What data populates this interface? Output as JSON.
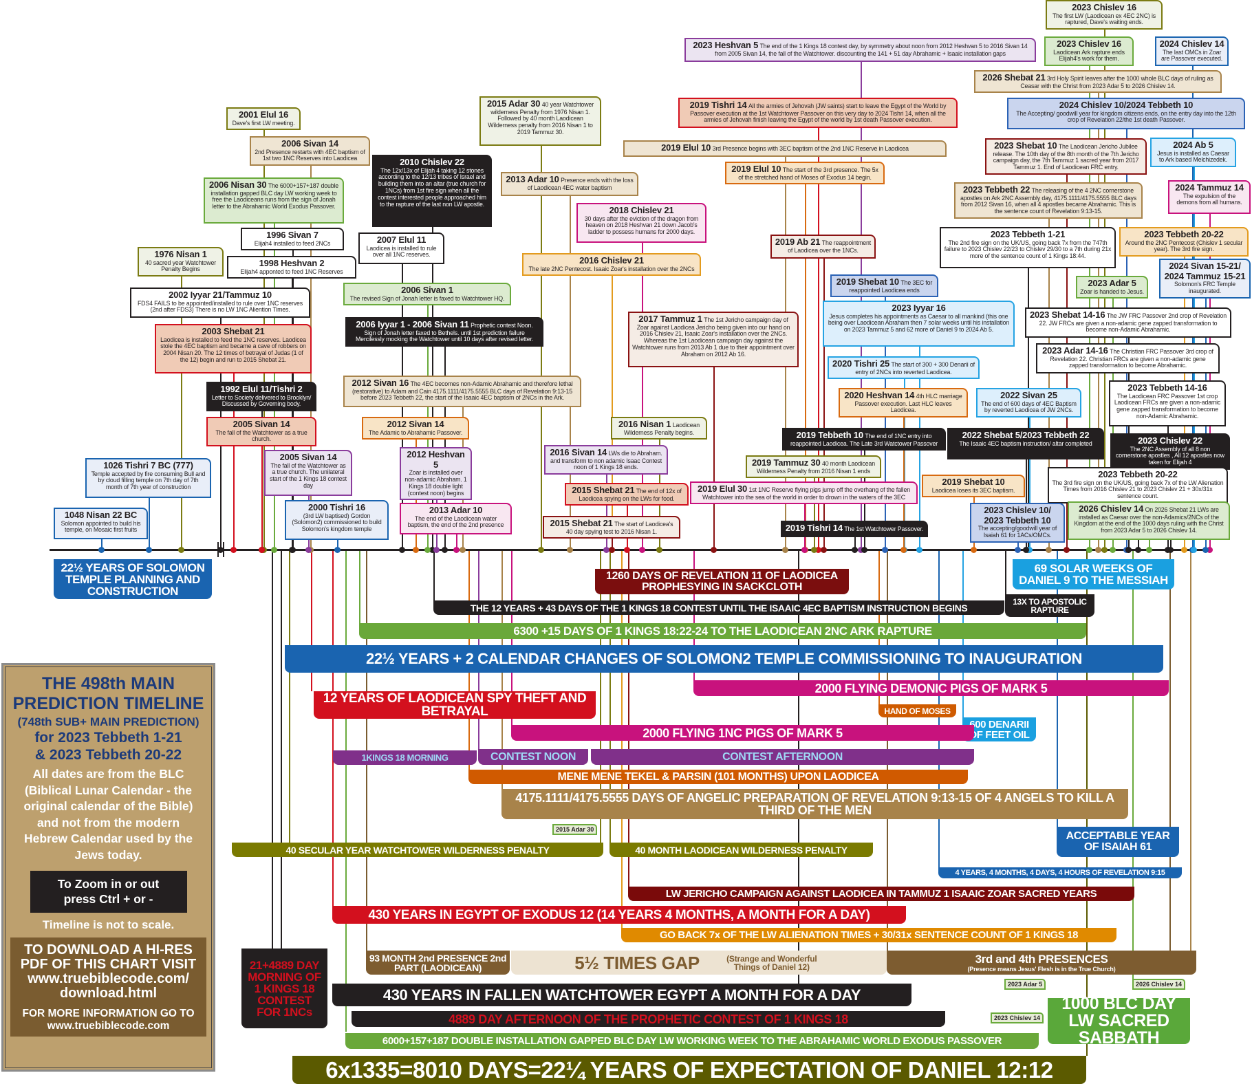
{
  "events": [
    {
      "title": "2023 Chislev 16",
      "text": "The first LW (Laodicean ex 4EC 2NC) is raptured, Dave's waiting ends."
    },
    {
      "title": "2023 Heshvan 5",
      "text": "The end of the 1 Kings 18 contest day, by symmetry about noon from 2012 Heshvan 5 to 2016 Sivan 14 from 2005 Sivan 14, the fall of the Watchtower. discounting the 141 + 51 day Abrahamic + Isaaic installation gaps"
    },
    {
      "title": "2023 Chislev 16",
      "text": "Laodicean Ark rapture ends Elijah4's work for them."
    },
    {
      "title": "2024 Chislev 14",
      "text": "The last OMCs in Zoar are Passover executed."
    },
    {
      "title": "2026 Shebat 21",
      "text": "3rd Holy Spirit leaves after the 1000 whole BLC days of ruling as Ceasar with the Christ from 2023 Adar 5 to 2026 Chislev 14."
    },
    {
      "title": "2019 Tishri 14",
      "text": "All the armies of Jehovah (JW saints) start to leave the Egypt of the World by Passover execution at the 1st Watchtower Passover on this very day to 2024 Tishri 14, when all the armies of Jehovah finish leaving the Egypt of the world by 1st death Passover execution."
    },
    {
      "title": "2024 Chislev 10/2024 Tebbeth 10",
      "text": "The Accepting/ goodwill year for kingdom citizens ends, on the entry day into the 12th crop of Revelation 22/the 1st death Passover."
    },
    {
      "title": "2001 Elul 16",
      "text": "Dave's first LW meeting."
    },
    {
      "title": "2006 Sivan 14",
      "text": "2nd Presence restarts with 4EC baptism of 1st two 1NC Reserves into Laodicea"
    },
    {
      "title": "2015 Adar 30",
      "text": "40 year Watchtower wilderness Penalty from 1976 Nisan 1. Followed by 40 month Laodicean Wilderness penalty from 2016 Nisan 1 to 2019 Tammuz 30."
    },
    {
      "title": "2010 Chislev 22",
      "text": "The 12x/13x of Elijah 4 taking 12 stones according to the 12/13 tribes of Israel and building them into an altar (true church for 1NCs) from 1st fire sign when all the contest interested people approached him to the rapture of the last non LW apostle."
    },
    {
      "title": "2019 Elul 10",
      "text": "3rd Presence begins with 3EC baptism of the 2nd 1NC Reserve in Laodicea"
    },
    {
      "title": "2019 Elul 10",
      "text": "The start of the 3rd presence. The 5x of the stretched hand of Moses of Exodus 14 begin."
    },
    {
      "title": "2013 Adar 10",
      "text": "Presence ends with the loss of Laodicean 4EC water baptism"
    },
    {
      "title": "2006 Nisan 30",
      "text": "The 6000+157+187 double installation gapped BLC day LW working week to free the Laodiceans runs from the sign of Jonah letter to the Abrahamic World Exodus Passover."
    },
    {
      "title": "2018 Chislev 21",
      "text": "30 days after the eviction of the dragon from heaven on 2018 Heshvan 21 down Jacob's ladder to possess humans for 2000 days."
    },
    {
      "title": "2023 Shebat 10",
      "text": "The Laodicean Jericho Jubilee release. The 10th day of the 8th month of the 7th Jericho campaign day, the 7th Tammuz 1 sacred year from 2017 Tammuz 1. End of Laodicean FRC entry."
    },
    {
      "title": "2024 Ab 5",
      "text": "Jesus is installed as Caesar to Ark based Melchizedek."
    },
    {
      "title": "2023 Tebbeth 22",
      "text": "The releasing of the 4 2NC cornerstone apostles on Ark 2NC Assembly day, 4175.1111/4175.5555 BLC days from 2012 Sivan 16, when all 4 apostles became Abrahamic. This is the sentence count of Revelation 9:13-15."
    },
    {
      "title": "2024 Tammuz 14",
      "text": "The expulsion of the demons from all humans."
    },
    {
      "title": "1996 Sivan 7",
      "text": "Elijah4 installed to feed 2NCs"
    },
    {
      "title": "1976 Nisan 1",
      "text": "40 sacred year Watchtower Penalty Begins"
    },
    {
      "title": "1998 Heshvan 2",
      "text": "Elijah4 apponted to feed 1NC Reserves"
    },
    {
      "title": "2007 Elul 11",
      "text": "Laodicea is installed to rule over all 1NC reserves."
    },
    {
      "title": "2016 Chislev 21",
      "text": "The late 2NC Pentecost. Isaaic Zoar's installation over the 2NCs"
    },
    {
      "title": "2019 Ab 21",
      "text": "The reappointment of Laodicea over the 1NCs."
    },
    {
      "title": "2023 Tebbeth 1-21",
      "text": "The 2nd fire sign on the UK/US, going back 7x from the 747th failure to 2023 Chislev 22/23 to Chislev 29/30 to a 7th during 21x more of the sentence count of 1 Kings 18:44."
    },
    {
      "title": "2023 Tebbeth 20-22",
      "text": "Around the 2NC Pentecost (Chislev 1 secular year). The 3rd fire sign."
    },
    {
      "title": "2019 Shebat 10",
      "text": "The 3EC for reappointed Laodicea ends"
    },
    {
      "title": "2023 Adar 5",
      "text": "Zoar is handed to Jesus."
    },
    {
      "title": "2024 Sivan 15-21/ 2024 Tammuz 15-21",
      "text": "Solomon's FRC Temple inaugurated."
    },
    {
      "title": "2002 Iyyar 21/Tammuz 10",
      "text": "FDS4 FAILS to be appointed/installed to rule over 1NC reserves (2nd after FDS3) There is no LW 1NC Aliention Times."
    },
    {
      "title": "2006 Sivan 1",
      "text": "The revised Sign of Jonah letter is faxed to Watchtower HQ."
    },
    {
      "title": "2006 Iyyar 1 - 2006 Sivan 11",
      "text": "Prophetic contest Noon. Sign of Jonah letter faxed to Bethels. until 1st prediction failure Mercilessly mocking the Watchtower until 10 days after revised letter."
    },
    {
      "title": "2017 Tammuz 1",
      "text": "The 1st Jericho campaign day of Zoar against Laodicea Jericho being given into our hand on 2016 Chislev 21, Isaaic Zoar's installation over the 2NCs. Whereas the 1st Laodicean campaign day against the Watchtower runs from 2013 Ab 1 due to their appointment over Abraham on 2012 Ab 16."
    },
    {
      "title": "2023 Iyyar 16",
      "text": "Jesus completes his appointments as Caesar to all mankind (this one being over Laodicean Abraham then 7 solar weeks until his installation on 2023 Tammuz 5 and 62 more of Daniel 9 to 2024 Ab 5."
    },
    {
      "title": "2023 Shebat 14-16",
      "text": "The JW FRC Passover 2nd crop of Revelation 22. JW FRCs are given a non-adamic gene zapped transformation to become non-Adamic Abrahamic."
    },
    {
      "title": "2003 Shebat 21",
      "text": "Laodicea is installed to feed the 1NC reserves. Laodicea stole the 4EC baptism and became a cave of robbers on 2004 Nisan 20. The 12 times of betrayal of Judas (1 of the 12) begin and run to 2015 Shebat 21."
    },
    {
      "title": "2023 Adar 14-16",
      "text": "The Christian FRC Passover 3rd crop of Revelation 22. Christian FRCs are given a non-adamic gene zapped transformation to become Abrahamic."
    },
    {
      "title": "2020 Tishri 25",
      "text": "The start of 300 + 300 Denarii of entry of 2NCs into reverted Laodicea."
    },
    {
      "title": "2012 Sivan 16",
      "text": "The 4EC becomes non-Adamic Abrahamic and therefore lethal (restorative) to Adam and Cain 4175.1111/4175.5555 BLC days of Revelation 9:13-15 before 2023 Tebbeth 22, the start of the Isaaic 4EC baptism of 2NCs in the Ark."
    },
    {
      "title": "2020 Heshvan 14",
      "text": "4th HLC marriage Passover execution. Last HLC leaves Laodicea."
    },
    {
      "title": "2022 Sivan 25",
      "text": "The end of 600 days of 4EC Baptism by reverted Laodicea of JW 2NCs."
    },
    {
      "title": "2023 Tebbeth 14-16",
      "text": "The Laodicean FRC Passover 1st crop Laodicean FRCs are given a non-adamic gene zapped transformation to become non-Adamic Abrahamic."
    },
    {
      "title": "1992 Elul 11/Tishri 2",
      "text": "Letter to Society delivered to Brooklyn/ Discussed by Governing body."
    },
    {
      "title": "2005 Sivan 14",
      "text": "The fall of the Watchtower as a true church."
    },
    {
      "title": "2012 Sivan 14",
      "text": "The Adamic to Abrahamic Passover."
    },
    {
      "title": "2016 Nisan 1",
      "text": "Laodicean Wilderness Penalty begins."
    },
    {
      "title": "2019 Tebbeth 10",
      "text": "The end of 1NC entry into reappointed Laodicea. The Late 3rd Watctower Passover"
    },
    {
      "title": "2022 Shebat 5/2023 Tebbeth 22",
      "text": "The Isaaic 4EC baptism instruction/ altar completed"
    },
    {
      "title": "2023 Chislev 22",
      "text": "The 2NC Assembly of all 8 non cornerstone apostles , All 12 apostles now taken for Elijah 4"
    },
    {
      "title": "2005 Sivan 14",
      "text": "The fall of the Watchtower as a true church. The unilateral start of the 1 Kings 18 contest day"
    },
    {
      "title": "2012 Heshvan 5",
      "text": "Zoar is installed over non-adamic Abraham. 1 Kings 18 double light (contest noon) begins"
    },
    {
      "title": "2016 Sivan 14",
      "text": "LWs die to Abraham. and transform to non adamic Isaac Contest noon of 1 Kings 18 ends."
    },
    {
      "title": "2019 Tammuz 30",
      "text": "40 month Laodicean Wilderness Penalty from 2016 Nisan 1 ends"
    },
    {
      "title": "1026 Tishri 7 BC (777)",
      "text": "Temple accepted by fire consuming Bull and by cloud filling temple on 7th day of 7th month of 7th year of construction"
    },
    {
      "title": "2023 Tebbeth 20-22",
      "text": "The 3rd fire sign on the UK/US, going back 7x of the LW Alienation Times from 2016 Chislev 21 to 2023 Chislev 21 + 30x/31x sentence count."
    },
    {
      "title": "2015 Shebat 21",
      "text": "The end of 12x of Laodicea spying on the LWs for food."
    },
    {
      "title": "2019 Elul 30",
      "text": "1st 1NC Reserve flying pigs jump off the overhang of the fallen Watchtower into the sea of the world in order to drown in the waters of the 3EC"
    },
    {
      "title": "2019 Shebat 10",
      "text": "Laodicea loses its 3EC baptism."
    },
    {
      "title": "2000 Tishri 16",
      "text": "(3rd LW baptised) Gordon (Solomon2) commissioned to build Solomon's kingdom temple"
    },
    {
      "title": "1048 Nisan 22 BC",
      "text": "Solomon appointed to build his temple, on Mosaic first fruits"
    },
    {
      "title": "2013 Adar 10",
      "text": "The end of the Laodicean water baptism, the end of the 2nd presence"
    },
    {
      "title": "2015 Shebat 21",
      "text": "The start of Laodicea's 40 day spying test to 2016 Nisan 1."
    },
    {
      "title": "2019 Tishri 14",
      "text": "The 1st Watchtower Passover."
    },
    {
      "title": "2023 Chislev 10/ 2023 Tebbeth 10",
      "text": "The accepting/goodwill year of Isaiah 61 for 1ACs/OMCs."
    },
    {
      "title": "2026 Chislev 14",
      "text": "On 2026 Shebat 21 LWs are installed as Caesar over the non-Adamics/2NCs of the Kingdom at the end of the 1000 days ruling with the Christ from 2023 Adar 5 to 2026 Chislev 14."
    }
  ],
  "bars": [
    {
      "label": "22½ YEARS OF SOLOMON TEMPLE PLANNING AND CONSTRUCTION"
    },
    {
      "label": "1260 DAYS OF REVELATION 11 OF LAODICEA PROPHESYING IN SACKCLOTH"
    },
    {
      "label": "69 SOLAR WEEKS OF DANIEL 9 TO THE MESSIAH"
    },
    {
      "label": "THE 12 YEARS + 43 DAYS OF THE 1 KINGS 18 CONTEST UNTIL THE ISAAIC 4EC BAPTISM INSTRUCTION BEGINS"
    },
    {
      "label": "13X TO APOSTOLIC RAPTURE"
    },
    {
      "label": "6300 +15 DAYS OF 1 KINGS 18:22-24 TO THE LAODICEAN 2NC ARK RAPTURE"
    },
    {
      "label": "22½ YEARS + 2 CALENDAR CHANGES OF SOLOMON2 TEMPLE COMMISSIONING TO INAUGURATION"
    },
    {
      "label": "2000 FLYING DEMONIC PIGS OF MARK 5"
    },
    {
      "label": "12 YEARS OF LAODICEAN SPY THEFT AND BETRAYAL"
    },
    {
      "label": "HAND OF MOSES"
    },
    {
      "label": "600 DENARII OF FEET OIL"
    },
    {
      "label": "2000 FLYING 1NC PIGS OF MARK 5"
    },
    {
      "label": "1KINGS 18 MORNING"
    },
    {
      "label": "CONTEST NOON"
    },
    {
      "label": "CONTEST AFTERNOON"
    },
    {
      "label": "MENE MENE TEKEL & PARSIN (101 MONTHS) UPON LAODICEA"
    },
    {
      "label": "4175.1111/4175.5555 DAYS OF ANGELIC PREPARATION OF REVELATION 9:13-15 OF 4 ANGELS TO KILL A THIRD OF THE MEN"
    },
    {
      "label": "40 SECULAR YEAR WATCHTOWER WILDERNESS PENALTY"
    },
    {
      "label": "40 MONTH LAODICEAN WILDERNESS PENALTY"
    },
    {
      "label": "ACCEPTABLE YEAR OF ISAIAH 61"
    },
    {
      "label": "4 YEARS, 4 MONTHS, 4 DAYS, 4 HOURS OF REVELATION 9:15"
    },
    {
      "label": "LW JERICHO CAMPAIGN AGAINST LAODICEA IN TAMMUZ 1 ISAAIC ZOAR SACRED YEARS"
    },
    {
      "label": "430 YEARS IN EGYPT OF EXODUS 12 (14 YEARS 4 MONTHS, A MONTH FOR A DAY)"
    },
    {
      "label": "GO BACK 7x OF THE LW ALIENATION TIMES + 30/31x SENTENCE COUNT OF 1 KINGS 18"
    },
    {
      "label": "93 MONTH 2nd PRESENCE 2nd PART (LAODICEAN)"
    },
    {
      "label": "5½ TIMES GAP",
      "sub": "(Strange and Wonderful Things of Daniel 12)"
    },
    {
      "label": "3rd and 4th PRESENCES",
      "sub": "(Presence means Jesus' Flesh is in the True Church)"
    },
    {
      "label": "21+4889 DAY MORNING OF 1 KINGS 18 CONTEST FOR 1NCs"
    },
    {
      "label": "430 YEARS IN FALLEN WATCHTOWER EGYPT A MONTH FOR A DAY"
    },
    {
      "label": "4889 DAY AFTERNOON OF THE PROPHETIC CONTEST OF 1 KINGS 18"
    },
    {
      "label": "6000+157+187 DOUBLE INSTALLATION GAPPED BLC DAY LW WORKING WEEK TO THE ABRAHAMIC WORLD EXODUS PASSOVER"
    },
    {
      "label": "1000 BLC DAY LW SACRED SABBATH"
    },
    {
      "label": "6x1335=8010 DAYS=22¼ YEARS OF EXPECTATION OF DANIEL 12:12"
    }
  ],
  "tags": [
    "2015 Adar 30",
    "2023 Adar 5",
    "2026 Chislev 14",
    "2023 Chislev 14"
  ],
  "panel": {
    "title": "THE 498th MAIN PREDICTION TIMELINE",
    "subtitle": "(748th SUB+ MAIN PREDICTION)",
    "for_line1": "for 2023 Tebbeth 1-21",
    "for_line2": "& 2023 Tebbeth 20-22",
    "note": "All dates are from the BLC (Biblical Lunar Calendar - the original calendar of the Bible) and not from the modern Hebrew Calendar used by the Jews today.",
    "zoom_hint": "To Zoom in or out press Ctrl + or -",
    "scale_note": "Timeline is not to scale.",
    "download": "TO DOWNLOAD A HI-RES PDF OF THIS CHART VISIT www.truebiblecode.com/ download.html",
    "more_info": "FOR MORE INFORMATION GO TO www.truebiblecode.com"
  }
}
